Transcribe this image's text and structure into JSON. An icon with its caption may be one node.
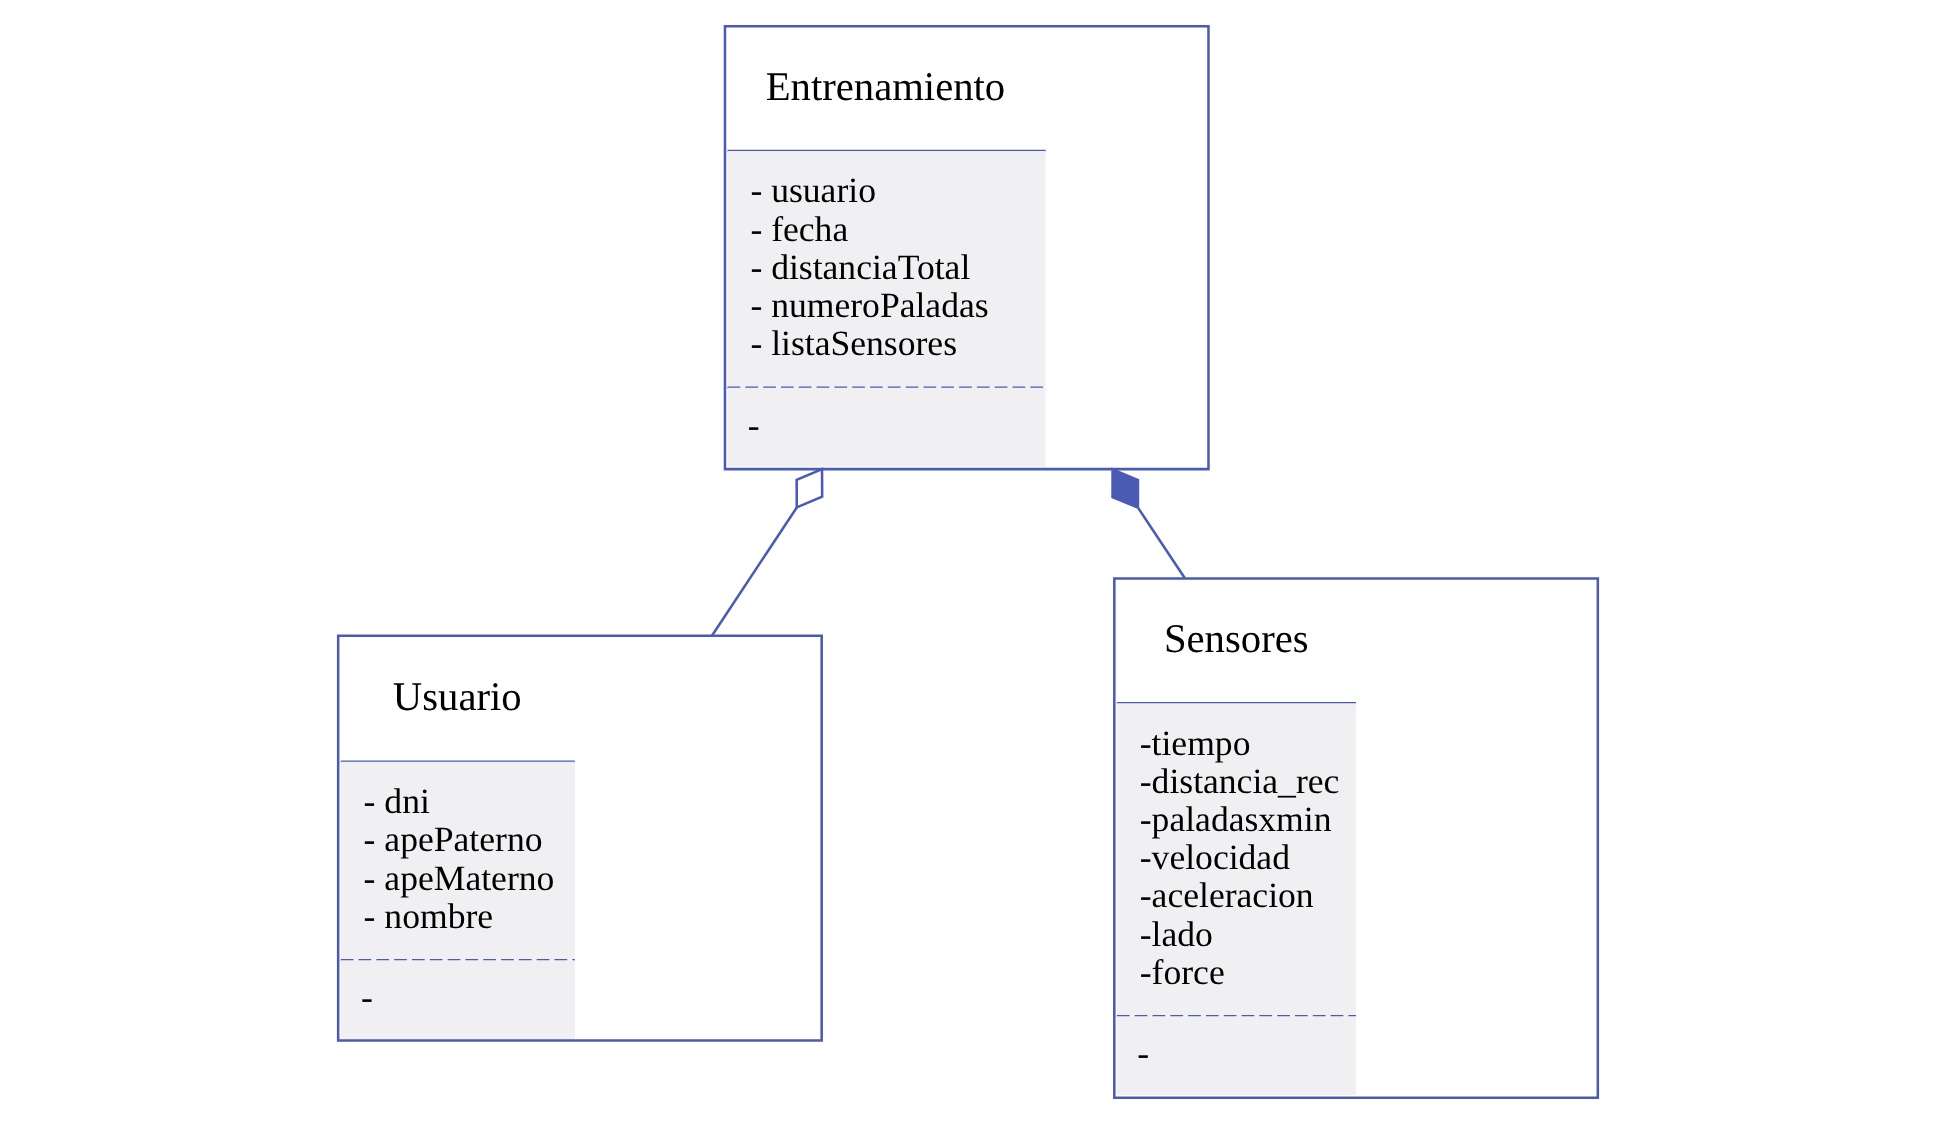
{
  "diagram": {
    "nodes": [
      {
        "text": [
          "Entrenamiento",
          "- usuario",
          "- fecha",
          "- distanciaTotal",
          "- numeroPaladas",
          "- listaSensores",
          "-"
        ]
      },
      {
        "text": [
          "Usuario",
          "- dni",
          "- apePaterno",
          "- apeMaterno",
          "- nombre",
          "-"
        ]
      },
      {
        "text": [
          "Sensores",
          "-tiempo",
          "-distancia_rec",
          "-paladasxmin",
          "-velocidad",
          "-aceleracion",
          "-lado",
          "-force",
          "-"
        ]
      }
    ],
    "edges": [
      {
        "from": 1,
        "to": 0,
        "arrow": "other"
      },
      {
        "from": 2,
        "to": 0,
        "arrow": "other"
      }
    ]
  }
}
